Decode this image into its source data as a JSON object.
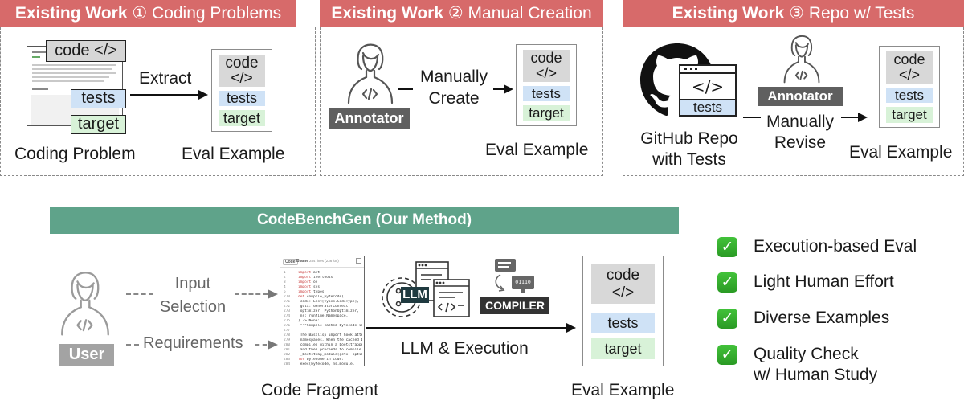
{
  "panels": [
    {
      "prefix": "Existing Work",
      "number": "①",
      "title": "Coding Problems",
      "source_chips": [
        "code </>",
        "tests",
        "target"
      ],
      "source_label": "Coding Problem",
      "action_label": "Extract",
      "eval": {
        "code": "code",
        "code_sym": "</>",
        "tests": "tests",
        "target": "target",
        "label": "Eval Example"
      }
    },
    {
      "prefix": "Existing Work",
      "number": "②",
      "title": "Manual Creation",
      "actor_tag": "Annotator",
      "action_label_1": "Manually",
      "action_label_2": "Create",
      "eval": {
        "code": "code",
        "code_sym": "</>",
        "tests": "tests",
        "target": "target",
        "label": "Eval Example"
      }
    },
    {
      "prefix": "Existing Work",
      "number": "③",
      "title": "Repo w/ Tests",
      "repo_chip": "tests",
      "repo_code_sym": "</>",
      "source_label_1": "GitHub Repo",
      "source_label_2": "with Tests",
      "actor_tag": "Annotator",
      "action_label_1": "Manually",
      "action_label_2": "Revise",
      "eval": {
        "code": "code",
        "code_sym": "</>",
        "tests": "tests",
        "target": "target",
        "label": "Eval Example"
      }
    }
  ],
  "method": {
    "title": "CodeBenchGen (Our Method)",
    "user_tag": "User",
    "input_label_1": "Input",
    "input_label_2": "Selection",
    "requirements_label": "Requirements",
    "code_fragment_label": "Code Fragment",
    "code_fragment": {
      "tab_code": "Code",
      "tab_blame": "Blame",
      "meta": "284 lines (236 loc)",
      "lines": [
        {
          "n": "1",
          "kw": "import",
          "rest": " ast"
        },
        {
          "n": "2",
          "kw": "import",
          "rest": " itertools"
        },
        {
          "n": "3",
          "kw": "import",
          "rest": " os"
        },
        {
          "n": "4",
          "kw": "import",
          "rest": " sys"
        },
        {
          "n": "5",
          "kw": "import",
          "rest": " types"
        },
        {
          "n": "270",
          "kw": "def",
          "rest": " compile_bytecode("
        },
        {
          "n": "271",
          "kw": "",
          "rest": "    code: List[types.CodeType],"
        },
        {
          "n": "272",
          "kw": "",
          "rest": "    gctx: GeneratorContext,"
        },
        {
          "n": "273",
          "kw": "",
          "rest": "    optimizer: PythonOptimizer,"
        },
        {
          "n": "274",
          "kw": "",
          "rest": "    ns: runtime.Namespace,"
        },
        {
          "n": "275",
          "kw": "",
          "rest": ") -> None:"
        },
        {
          "n": "276",
          "kw": "",
          "rest": "    \"\"\"Compile cached bytecode int"
        },
        {
          "n": "277",
          "kw": "",
          "rest": ""
        },
        {
          "n": "278",
          "kw": "",
          "rest": "    The Basilisp import hook atte"
        },
        {
          "n": "279",
          "kw": "",
          "rest": "    namespaces. When the cached b"
        },
        {
          "n": "280",
          "kw": "",
          "rest": "    compiled within a bootstrappe"
        },
        {
          "n": "281",
          "kw": "",
          "rest": "    and then proceeds to compile"
        },
        {
          "n": "282",
          "kw": "",
          "rest": "    _bootstrap_module(gctx, optim"
        },
        {
          "n": "283",
          "kw": "for",
          "rest": " bytecode in code:"
        },
        {
          "n": "284",
          "kw": "",
          "rest": "        exec(bytecode, ns.module."
        }
      ]
    },
    "llm_tag": "LLM",
    "compiler_tag": "COMPILER",
    "compiler_binary": "01110",
    "action_label": "LLM & Execution",
    "eval": {
      "code": "code",
      "code_sym": "</>",
      "tests": "tests",
      "target": "target",
      "label": "Eval Example"
    }
  },
  "benefits": [
    {
      "icon": "check-mark-icon",
      "lines": [
        "Execution-based Eval"
      ]
    },
    {
      "icon": "check-mark-icon",
      "lines": [
        "Light Human Effort"
      ]
    },
    {
      "icon": "check-mark-icon",
      "lines": [
        "Diverse Examples"
      ]
    },
    {
      "icon": "check-mark-icon",
      "lines": [
        "Quality Check",
        "w/ Human Study"
      ]
    }
  ],
  "colors": {
    "existing_header": "#d76a6a",
    "method_header": "#5fa38a",
    "code_block": "#d8d8d8",
    "tests_block": "#cfe2f6",
    "target_block": "#d8f2d8",
    "annotator_tag": "#5f5f5f",
    "user_tag": "#a3a3a3",
    "check_green": "#34b02d"
  }
}
